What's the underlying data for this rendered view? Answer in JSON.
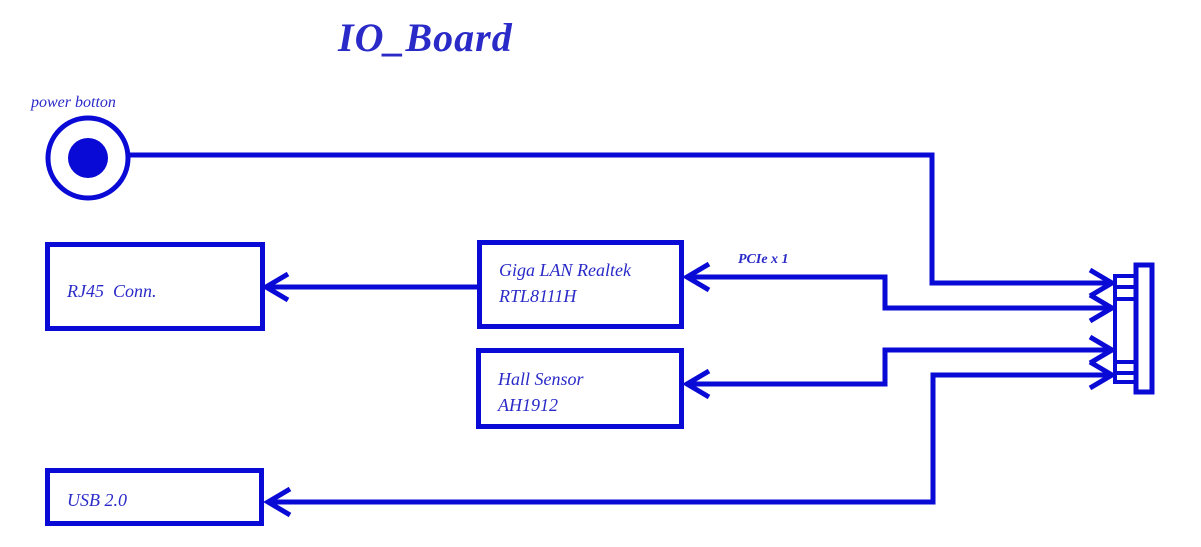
{
  "diagram": {
    "title": "IO_Board",
    "colors": {
      "line": "#0a0ad6",
      "text": "#2a2ac8",
      "background": "#ffffff"
    },
    "power_button": {
      "label": "power botton"
    },
    "blocks": {
      "rj45": {
        "label": "RJ45  Conn."
      },
      "giga_lan": {
        "line1": "Giga LAN Realtek",
        "line2": "RTL8111H"
      },
      "hall_sensor": {
        "line1": "Hall Sensor",
        "line2": "AH1912"
      },
      "usb": {
        "label": "USB 2.0"
      }
    },
    "bus_labels": {
      "pcie": "PCIe x 1"
    },
    "connections": [
      {
        "from": "power-button",
        "to": "edge-connector",
        "bus": ""
      },
      {
        "from": "edge-connector",
        "to": "giga-lan",
        "bus": "PCIe x 1"
      },
      {
        "from": "giga-lan",
        "to": "rj45"
      },
      {
        "from": "edge-connector",
        "to": "hall-sensor"
      },
      {
        "from": "edge-connector",
        "to": "usb-2.0"
      }
    ]
  }
}
